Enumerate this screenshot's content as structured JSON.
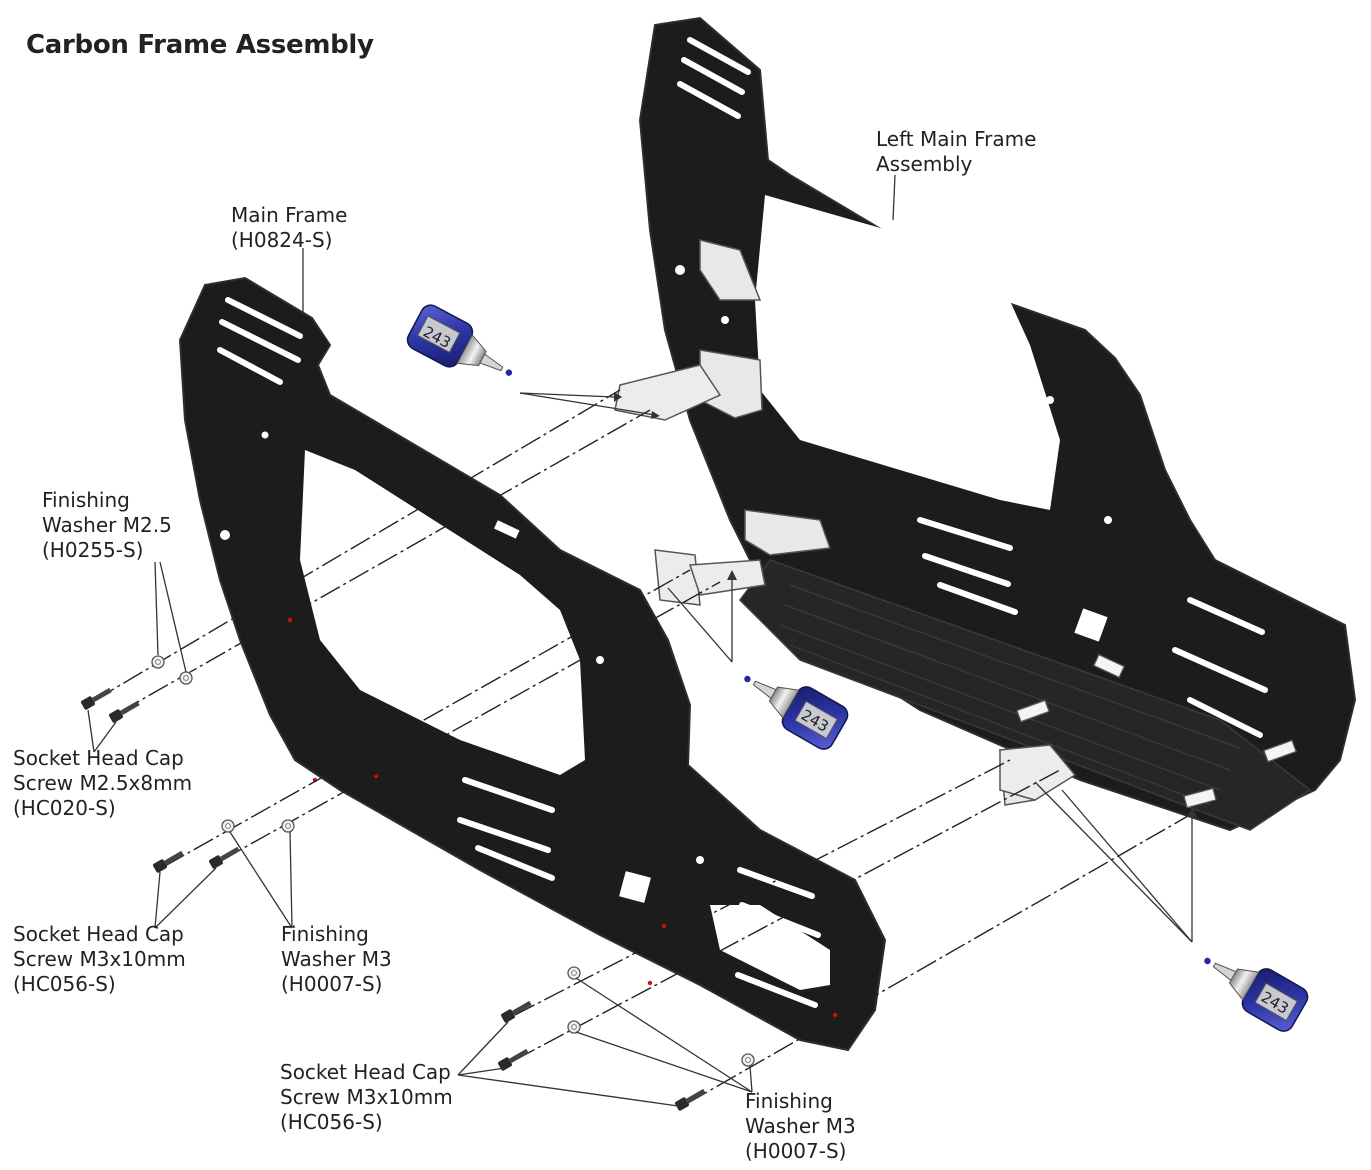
{
  "title": "Carbon Frame Assembly",
  "colors": {
    "frame": "#1c1c1c",
    "frame_edge": "#2e2e2e",
    "bottle": "#2d35a5",
    "leader": "#333333"
  },
  "thread_lock": {
    "label": "243"
  },
  "labels": {
    "left_main": {
      "line1": "Left Main Frame",
      "line2": "Assembly"
    },
    "main_frame": {
      "line1": "Main Frame",
      "line2": "(H0824-S)"
    },
    "fw_m25": {
      "line1": "Finishing",
      "line2": "Washer M2.5",
      "line3": "(H0255-S)"
    },
    "shc_m25": {
      "line1": "Socket Head Cap",
      "line2": "Screw M2.5x8mm",
      "line3": "(HC020-S)"
    },
    "shc_m3_a": {
      "line1": "Socket Head Cap",
      "line2": "Screw M3x10mm",
      "line3": "(HC056-S)"
    },
    "fw_m3_a": {
      "line1": "Finishing",
      "line2": "Washer M3",
      "line3": "(H0007-S)"
    },
    "shc_m3_b": {
      "line1": "Socket Head Cap",
      "line2": "Screw M3x10mm",
      "line3": "(HC056-S)"
    },
    "fw_m3_b": {
      "line1": "Finishing",
      "line2": "Washer M3",
      "line3": "(H0007-S)"
    }
  }
}
